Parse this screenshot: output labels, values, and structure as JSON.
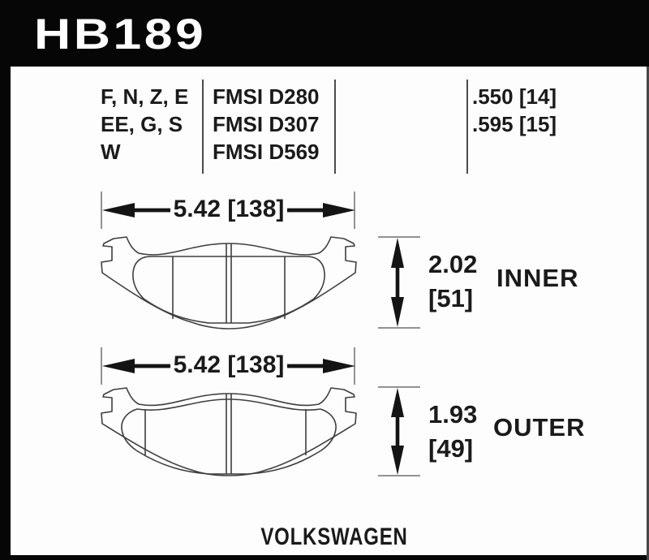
{
  "header": {
    "part_number": "HB189"
  },
  "spec_table": {
    "compounds": [
      "F, N, Z, E",
      "EE, G, S",
      "W"
    ],
    "fmsi_numbers": [
      "FMSI D280",
      "FMSI D307",
      "FMSI D569"
    ],
    "pad_thickness": [
      ".550 [14]",
      ".595 [15]"
    ]
  },
  "inner_pad": {
    "width": "5.42 [138]",
    "height_in": "2.02",
    "height_mm": "[51]",
    "label": "INNER"
  },
  "outer_pad": {
    "width": "5.42 [138]",
    "height_in": "1.93",
    "height_mm": "[49]",
    "label": "OUTER"
  },
  "footer": {
    "application": "VOLKSWAGEN"
  },
  "colors": {
    "frame": "#060606",
    "line_art": "#3f3f3f",
    "text": "#1a1a1a"
  }
}
